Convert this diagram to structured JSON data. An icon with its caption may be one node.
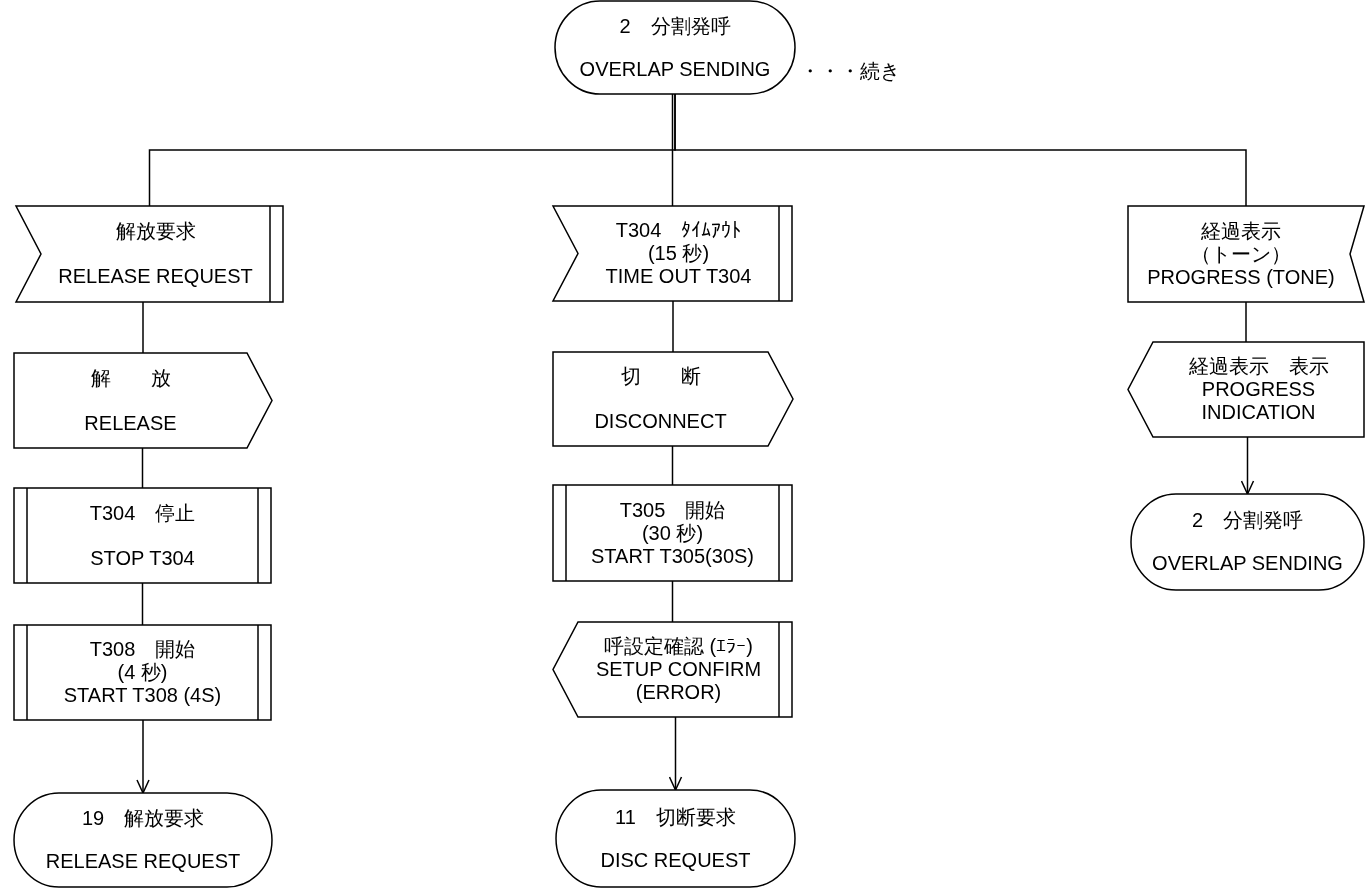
{
  "diagram": {
    "nodes": [
      {
        "text": [
          "2　分割発呼",
          "OVERLAP SENDING"
        ],
        "beside": [
          "・・・続き"
        ]
      },
      {
        "text": [
          "解放要求",
          "RELEASE REQUEST"
        ]
      },
      {
        "text": [
          "解　　放",
          "RELEASE"
        ]
      },
      {
        "text": [
          "T304　停止",
          "STOP T304"
        ]
      },
      {
        "text": [
          "T308　開始",
          "(4 秒)",
          "START T308 (4S)"
        ]
      },
      {
        "text": [
          "19　解放要求",
          "RELEASE REQUEST"
        ]
      },
      {
        "text": [
          "T304　ﾀｲﾑｱｳﾄ",
          "(15 秒)",
          "TIME OUT T304"
        ]
      },
      {
        "text": [
          "切　　断",
          "DISCONNECT"
        ]
      },
      {
        "text": [
          "T305　開始",
          "(30 秒)",
          "START T305(30S)"
        ]
      },
      {
        "text": [
          "呼設定確認 (ｴﾗｰ)",
          "SETUP CONFIRM (ERROR)"
        ]
      },
      {
        "text": [
          "11　切断要求",
          "DISC REQUEST"
        ]
      },
      {
        "text": [
          "経過表示",
          "（トーン）",
          "PROGRESS (TONE)"
        ]
      },
      {
        "text": [
          "経過表示　表示",
          "PROGRESS INDICATION"
        ]
      },
      {
        "text": [
          "2　分割発呼",
          "OVERLAP SENDING"
        ]
      }
    ],
    "edges": [
      {
        "from": 0,
        "to": 1,
        "arrow": "none"
      },
      {
        "from": 0,
        "to": 6,
        "arrow": "none"
      },
      {
        "from": 0,
        "to": 11,
        "arrow": "none"
      },
      {
        "from": 1,
        "to": 2,
        "arrow": "none"
      },
      {
        "from": 2,
        "to": 3,
        "arrow": "none"
      },
      {
        "from": 3,
        "to": 4,
        "arrow": "none"
      },
      {
        "from": 4,
        "to": 5,
        "arrow": "to"
      },
      {
        "from": 6,
        "to": 7,
        "arrow": "none"
      },
      {
        "from": 7,
        "to": 8,
        "arrow": "none"
      },
      {
        "from": 8,
        "to": 9,
        "arrow": "none"
      },
      {
        "from": 9,
        "to": 10,
        "arrow": "to"
      },
      {
        "from": 11,
        "to": 12,
        "arrow": "none"
      },
      {
        "from": 12,
        "to": 13,
        "arrow": "to"
      }
    ]
  }
}
